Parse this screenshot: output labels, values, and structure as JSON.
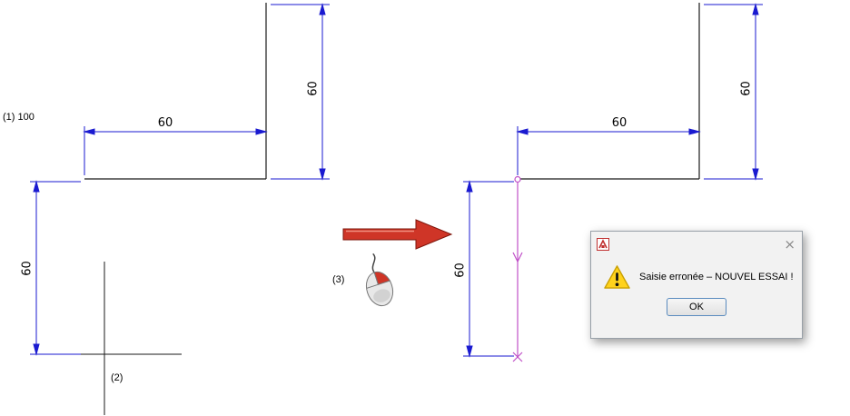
{
  "annotations": {
    "step1": "(1) 100",
    "step2": "(2)",
    "step3": "(3)"
  },
  "left_drawing": {
    "width_dim": "60",
    "height_dim_left": "60",
    "height_dim_right": "60"
  },
  "right_drawing": {
    "width_dim": "60",
    "height_dim_left": "60",
    "height_dim_right": "60"
  },
  "dialog": {
    "message": "Saisie erronée – NOUVEL ESSAI !",
    "ok_label": "OK",
    "close_glyph": "×"
  },
  "icons": {
    "warning": "exclamation-triangle-icon",
    "app": "cad-app-icon",
    "mouse": "right-click-mouse-icon",
    "arrow": "red-transition-arrow"
  },
  "colors": {
    "dimension_blue": "#1a1ad0",
    "geometry_black": "#1a1a1a",
    "rubber_band_magenta": "#c050c8",
    "arrow_red": "#cf3527",
    "warning_yellow": "#ffd21c"
  }
}
